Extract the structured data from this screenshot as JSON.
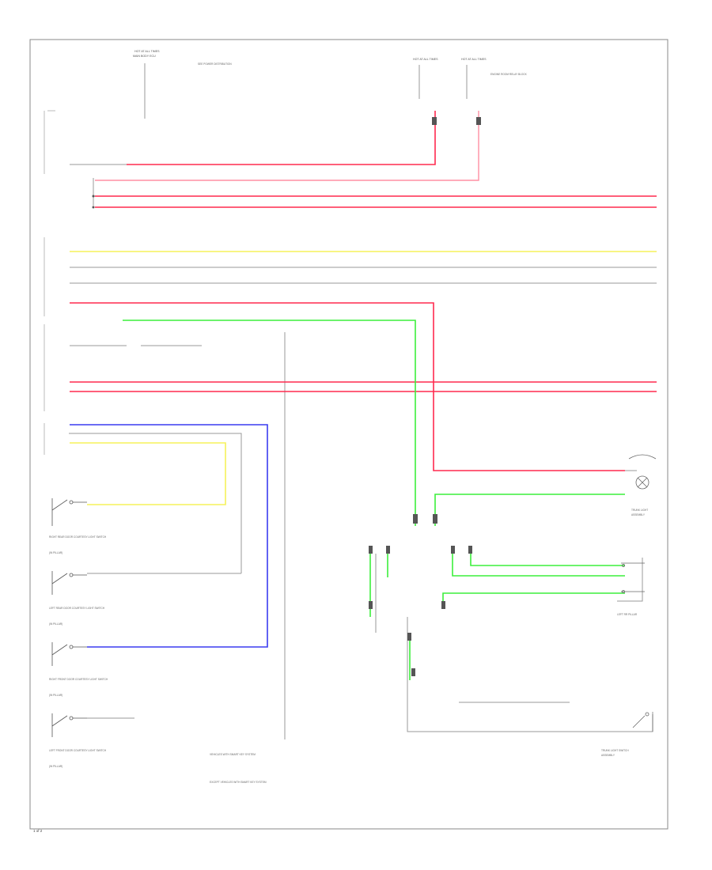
{
  "diagram": {
    "page_number": "1 of 2",
    "colors": {
      "red": "#ff2a4f",
      "pink": "#ff8fa3",
      "yellow": "#f5f25a",
      "green": "#3cef3c",
      "blue": "#3a3cf0",
      "wire_gray": "#9a9a9a",
      "frame": "#888888"
    },
    "top_labels": {
      "fuse_feed_left": "HOT AT ALL TIMES",
      "fuse_feed_left_sub": "MAIN BODY ECU",
      "fuse_feed_left_note": "SEE POWER DISTRIBUTION",
      "fuse_feed_mid1": "HOT AT ALL TIMES",
      "fuse_feed_mid2": "HOT AT ALL TIMES",
      "fuse_feed_right": "ENGINE ROOM RELAY BLOCK"
    },
    "left_components": [
      {
        "id": "sw1",
        "label": "RIGHT REAR DOOR COURTESY LIGHT SWITCH",
        "sub": "(IN PILLAR)"
      },
      {
        "id": "sw2",
        "label": "LEFT REAR DOOR COURTESY LIGHT SWITCH",
        "sub": "(IN PILLAR)"
      },
      {
        "id": "sw3",
        "label": "RIGHT FRONT DOOR COURTESY LIGHT SWITCH",
        "sub": "(IN PILLAR)"
      },
      {
        "id": "sw4",
        "label": "LEFT FRONT DOOR COURTESY LIGHT SWITCH",
        "sub": "(IN PILLAR)"
      }
    ],
    "right_components": [
      {
        "id": "lamp1",
        "label": "TRUNK LIGHT",
        "sub": "ASSEMBLY"
      },
      {
        "id": "lamp2",
        "label": "LEFT RR PILLAR",
        "sub": ""
      },
      {
        "id": "lamp3",
        "label": "TRUNK LIGHT SWITCH",
        "sub": "ASSEMBLY"
      }
    ],
    "notes": [
      "VEHICLES WITH SMART KEY SYSTEM",
      "EXCEPT VEHICLES WITH SMART KEY SYSTEM"
    ]
  }
}
